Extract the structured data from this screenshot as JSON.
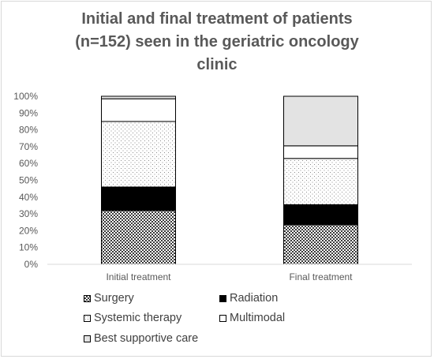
{
  "chart_data": {
    "type": "bar",
    "stacked": true,
    "percent_stacked": true,
    "title": "Initial and final treatment of patients (n=152) seen in the geriatric oncology clinic",
    "title_lines": [
      "Initial and final treatment of patients",
      "(n=152) seen in the geriatric oncology",
      "clinic"
    ],
    "categories": [
      "Initial treatment",
      "Final treatment"
    ],
    "series": [
      {
        "name": "Surgery",
        "values": [
          32,
          23.5
        ],
        "fill": "crosshatch"
      },
      {
        "name": "Radiation",
        "values": [
          14,
          12
        ],
        "fill": "#000000"
      },
      {
        "name": "Systemic therapy",
        "values": [
          39,
          27.5
        ],
        "fill": "dots"
      },
      {
        "name": "Multimodal",
        "values": [
          13.5,
          7.5
        ],
        "fill": "#ffffff"
      },
      {
        "name": "Best supportive care",
        "values": [
          1.5,
          29.5
        ],
        "fill": "#e3e3e3"
      }
    ],
    "ylim": [
      0,
      100
    ],
    "yticks": [
      "0%",
      "10%",
      "20%",
      "30%",
      "40%",
      "50%",
      "60%",
      "70%",
      "80%",
      "90%",
      "100%"
    ],
    "xlabel": "",
    "ylabel": "",
    "grid": false,
    "legend_position": "bottom"
  }
}
